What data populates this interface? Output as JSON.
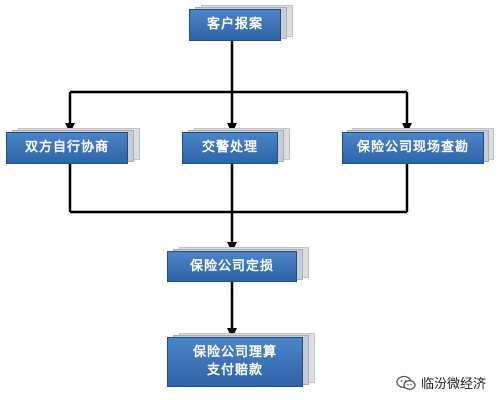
{
  "diagram": {
    "nodes": {
      "report": {
        "label": "客户报案"
      },
      "negotiate": {
        "label": "双方自行协商"
      },
      "police": {
        "label": "交警处理"
      },
      "survey": {
        "label": "保险公司现场查勘"
      },
      "assess": {
        "label": "保险公司定损"
      },
      "claim": {
        "lines": [
          "保险公司理算",
          "支付赔款"
        ]
      }
    },
    "edges": [
      {
        "from": "report",
        "to": "negotiate"
      },
      {
        "from": "report",
        "to": "police"
      },
      {
        "from": "report",
        "to": "survey"
      },
      {
        "from": "negotiate",
        "to": "assess"
      },
      {
        "from": "police",
        "to": "assess"
      },
      {
        "from": "survey",
        "to": "assess"
      },
      {
        "from": "assess",
        "to": "claim"
      }
    ],
    "colors": {
      "node_fill": "#3a73b8",
      "node_border": "#1f4f8a",
      "node_text": "#ffffff",
      "shadow": "#c9ccd2",
      "connector": "#000000"
    }
  },
  "watermark": {
    "text": "临汾微经济",
    "icon": "wechat-icon"
  }
}
